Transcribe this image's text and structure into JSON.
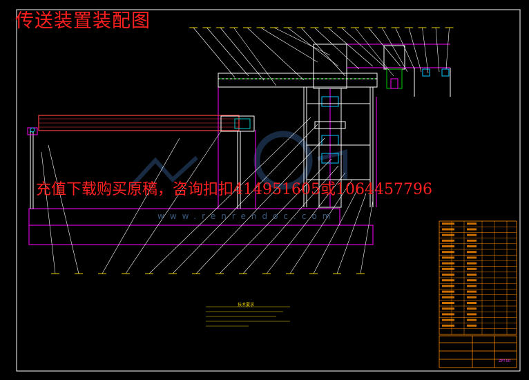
{
  "drawing": {
    "title": "传送装置装配图",
    "watermark_notice": "充值下载购买原稿，咨询扣扣414951605或1064457796",
    "watermark_url": "www.renrendoc.com",
    "technical_requirements_title": "技术要求",
    "technical_requirements": [
      "",
      "",
      "",
      "",
      ""
    ],
    "drawing_number": "ZPT-00"
  },
  "colors": {
    "background": "#000000",
    "frame": "#ffffff",
    "leader": "#ffffff",
    "ground": "#ff00ff",
    "steel": "#ffffff",
    "title_block": "#ff8c00",
    "title_text": "#ff2020",
    "dimension": "#e8d000",
    "cylinder": "#ff00ff",
    "watermark": "#2c4e78"
  },
  "balloons": 32,
  "bom_rows": 20
}
